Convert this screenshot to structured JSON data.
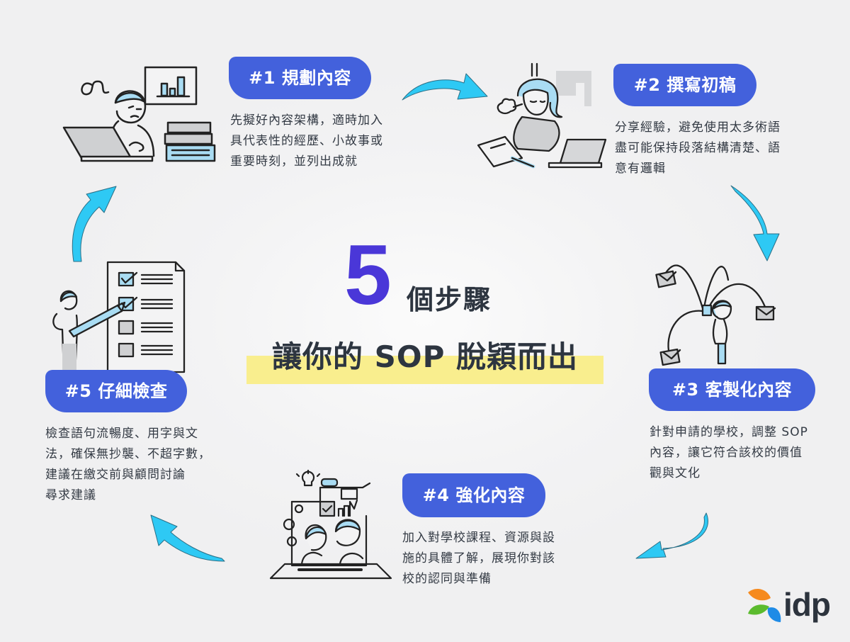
{
  "title": {
    "number": "5",
    "steps_label": "個步驟",
    "subtitle": "讓你的 SOP 脫穎而出"
  },
  "steps": [
    {
      "label": "#1 規劃內容",
      "lines": [
        "先擬好內容架構，適時加入",
        "具代表性的經歷、小故事或",
        "重要時刻，並列出成就"
      ],
      "illustration": "person-at-laptop-with-chart-and-books"
    },
    {
      "label": "#2 撰寫初稿",
      "lines": [
        "分享經驗，避免使用太多術語",
        "盡可能保持段落結構清楚、語",
        "意有邏輯"
      ],
      "illustration": "woman-thinking-at-laptop"
    },
    {
      "label": "#3 客製化內容",
      "lines": [
        "針對申請的學校，調整 SOP",
        "內容，讓它符合該校的價值",
        "觀與文化"
      ],
      "illustration": "person-sending-envelopes"
    },
    {
      "label": "#4 強化內容",
      "lines": [
        "加入對學校課程、資源與設",
        "施的具體了解，展現你對該",
        "校的認同與準備"
      ],
      "illustration": "two-people-in-laptop-screen"
    },
    {
      "label": "#5 仔細檢查",
      "lines": [
        "檢查語句流暢度、用字與文",
        "法，確保無抄襲、不超字數，",
        "建議在繳交前與顧問討論",
        "尋求建議"
      ],
      "illustration": "person-with-pen-checklist"
    }
  ],
  "logo": {
    "text": "idp"
  },
  "colors": {
    "pill": "#4361dc",
    "big_number": "#4a37d8",
    "highlight": "#f9ee8e",
    "arrow": "#2ec9f4",
    "accent_light_blue": "#a9dcf3",
    "logo_orange": "#f68a1e",
    "logo_green": "#5bbb2e",
    "logo_blue": "#1e8be6"
  }
}
